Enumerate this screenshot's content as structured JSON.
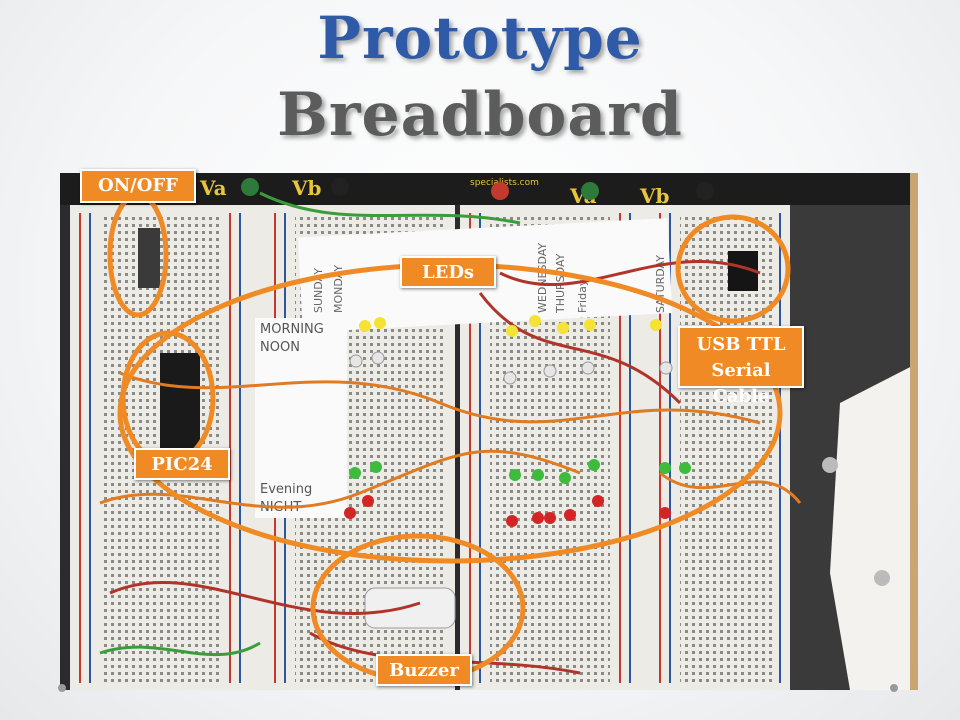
{
  "slide": {
    "title_line1": "Prototype",
    "title_line2": "Breadboard"
  },
  "photo": {
    "alt": "Photo of breadboard prototype with labeled components",
    "board_print": {
      "va_left": "Va",
      "vb_left": "Vb",
      "va_right": "Va",
      "vb_right": "Vb",
      "brand": "specialists.com"
    },
    "paper_strip_days": [
      "SUNDAY",
      "MONDAY",
      "WEDNESDAY",
      "THURSDAY",
      "Friday",
      "SATURDAY"
    ],
    "paper_times": [
      "MORNING",
      "NOON",
      "Evening",
      "NIGHT"
    ]
  },
  "callouts": {
    "on_off": "ON/OFF",
    "leds": "LEDs",
    "usb_line1": "USB TTL",
    "usb_line2": "Serial Cable",
    "pic24": "PIC24",
    "buzzer": "Buzzer"
  },
  "colors": {
    "title_blue": "#2e5aa8",
    "title_gray": "#5c5c5c",
    "callout_orange": "#f08a24"
  }
}
